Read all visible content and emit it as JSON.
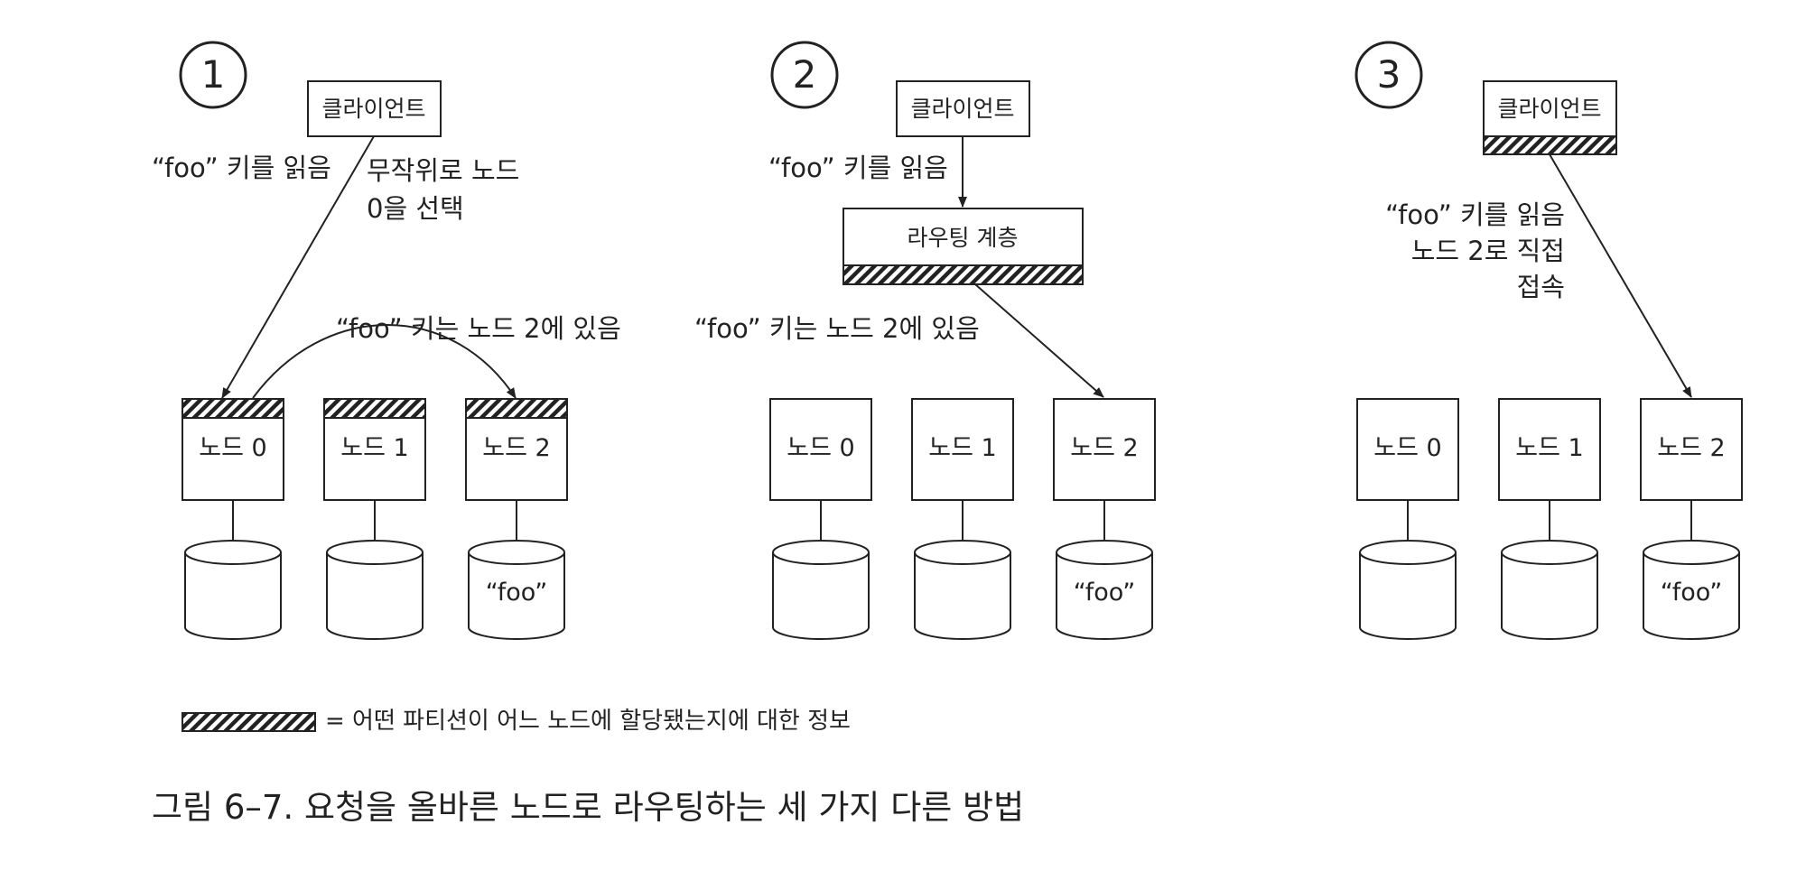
{
  "panels": [
    {
      "number": "1",
      "client": "클라이언트",
      "annotations": [
        "“foo” 키를 읽음",
        "무작위로 노드",
        "0을 선택",
        "“foo” 키는 노드 2에 있음"
      ],
      "nodes": [
        "노드 0",
        "노드 1",
        "노드 2"
      ],
      "db_label": "“foo”"
    },
    {
      "number": "2",
      "client": "클라이언트",
      "routing_layer": "라우팅 계층",
      "annotations": [
        "“foo” 키를 읽음",
        "“foo” 키는 노드 2에 있음"
      ],
      "nodes": [
        "노드 0",
        "노드 1",
        "노드 2"
      ],
      "db_label": "“foo”"
    },
    {
      "number": "3",
      "client": "클라이언트",
      "annotations": [
        "“foo” 키를 읽음",
        "노드 2로 직접",
        "접속"
      ],
      "nodes": [
        "노드 0",
        "노드 1",
        "노드 2"
      ],
      "db_label": "“foo”"
    }
  ],
  "legend": {
    "text": "= 어떤 파티션이 어느 노드에 할당됐는지에 대한 정보"
  },
  "caption": "그림 6–7. 요청을 올바른 노드로 라우팅하는 세 가지 다른 방법"
}
